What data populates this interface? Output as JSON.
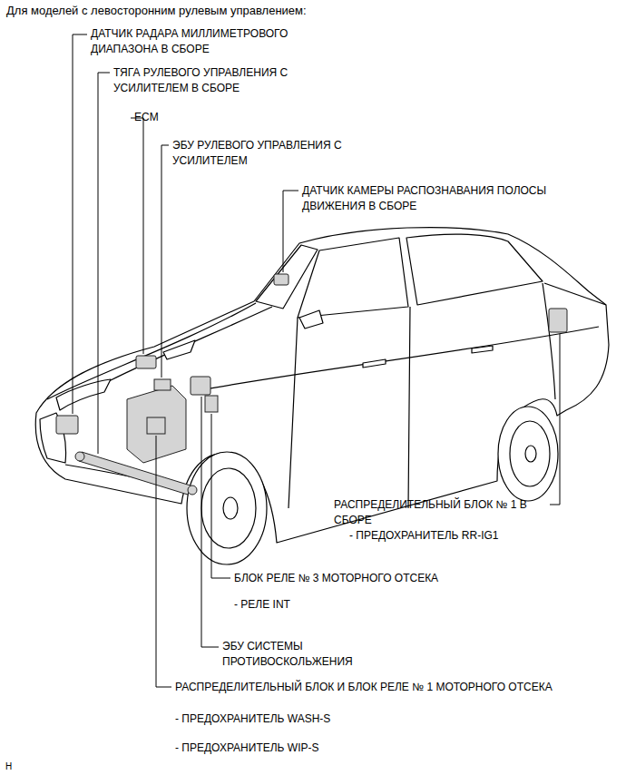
{
  "diagram": {
    "title": "Для моделей с левосторонним рулевым управлением:",
    "labels": [
      "ДАТЧИК РАДАРА МИЛЛИМЕТРОВОГО ДИАПАЗОНА В СБОРЕ",
      "ТЯГА РУЛЕВОГО УПРАВЛЕНИЯ С УСИЛИТЕЛЕМ В СБОРЕ",
      "ECM",
      "ЭБУ РУЛЕВОГО УПРАВЛЕНИЯ С УСИЛИТЕЛЕМ",
      "ДАТЧИК КАМЕРЫ РАСПОЗНАВАНИЯ ПОЛОСЫ ДВИЖЕНИЯ В СБОРЕ",
      "РАСПРЕДЕЛИТЕЛЬНЫЙ БЛОК № 1 В СБОРЕ",
      "- ПРЕДОХРАНИТЕЛЬ RR-IG1",
      "БЛОК РЕЛЕ № 3 МОТОРНОГО ОТСЕКА",
      "- РЕЛЕ INT",
      "ЭБУ СИСТЕМЫ ПРОТИВОСКОЛЬЖЕНИЯ",
      "РАСПРЕДЕЛИТЕЛЬНЫЙ БЛОК И БЛОК РЕЛЕ № 1 МОТОРНОГО ОТСЕКА",
      "- ПРЕДОХРАНИТЕЛЬ WASH-S",
      "- ПРЕДОХРАНИТЕЛЬ WIP-S",
      "H"
    ]
  }
}
